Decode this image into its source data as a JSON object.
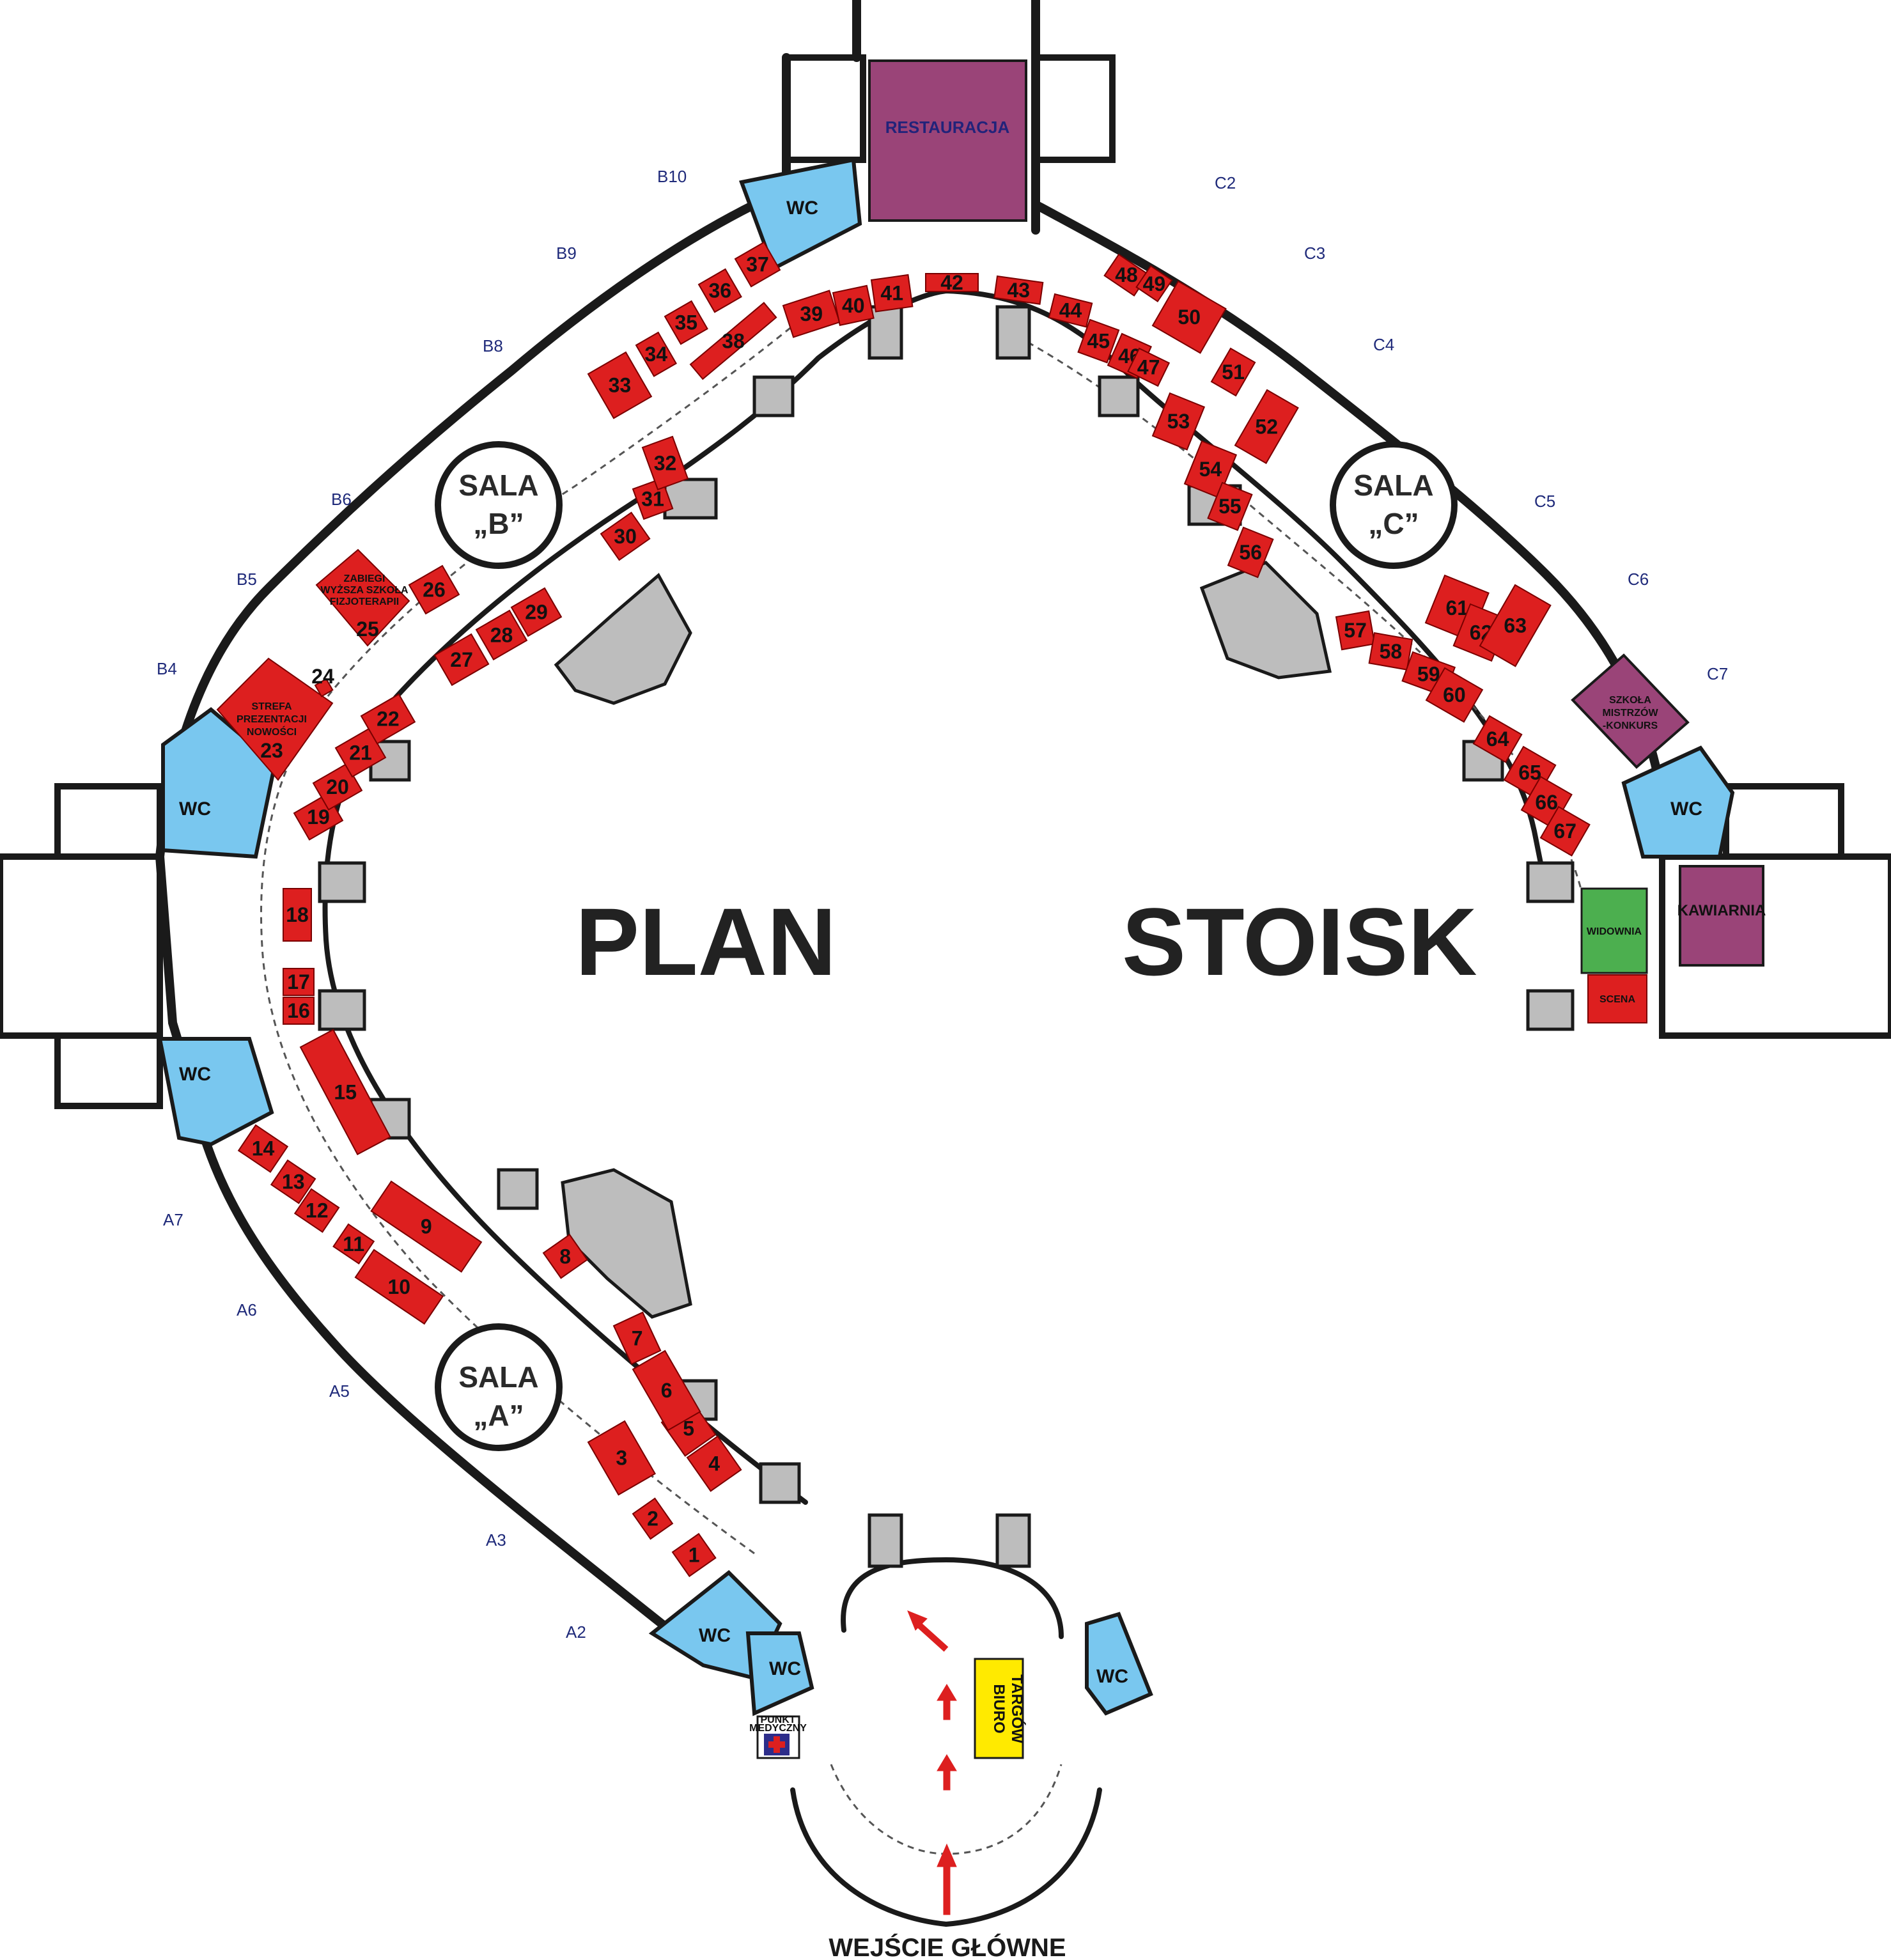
{
  "title": {
    "word1": "PLAN",
    "word2": "STOISK"
  },
  "halls": {
    "a": "SALA",
    "a_letter": "„A”",
    "b": "SALA",
    "b_letter": "„B”",
    "c": "SALA",
    "c_letter": "„C”"
  },
  "rooms": {
    "restaurant": "RESTAURACJA",
    "cafe": "KAWIARNIA",
    "audience": "WIDOWNIA",
    "stage": "SCENA",
    "office_line1": "BIURO",
    "office_line2": "TARGÓW",
    "medical_line1": "PUNKT",
    "medical_line2": "MEDYCZNY",
    "wc": "WC",
    "school_masters_line1": "SZKOŁA",
    "school_masters_line2": "MISTRZÓW",
    "school_masters_line3": "-KONKURS",
    "treatments_line1": "ZABIEGI",
    "treatments_line2": "WYŻSZA SZKOŁA",
    "treatments_line3": "FIZJOTERAPII",
    "presentation_line1": "STREFA",
    "presentation_line2": "PREZENTACJI",
    "presentation_line3": "NOWOŚCI"
  },
  "entrance": "WEJŚCIE GŁÓWNE",
  "exits": [
    "A2",
    "A3",
    "A5",
    "A6",
    "A7",
    "B4",
    "B5",
    "B6",
    "B8",
    "B9",
    "B10",
    "C2",
    "C3",
    "C4",
    "C5",
    "C6",
    "C7"
  ],
  "booths": [
    "1",
    "2",
    "3",
    "4",
    "5",
    "6",
    "7",
    "8",
    "9",
    "10",
    "11",
    "12",
    "13",
    "14",
    "15",
    "16",
    "17",
    "18",
    "19",
    "20",
    "21",
    "22",
    "23",
    "24",
    "25",
    "26",
    "27",
    "28",
    "29",
    "30",
    "31",
    "32",
    "33",
    "34",
    "35",
    "36",
    "37",
    "38",
    "39",
    "40",
    "41",
    "42",
    "43",
    "44",
    "45",
    "46",
    "47",
    "48",
    "49",
    "50",
    "51",
    "52",
    "53",
    "54",
    "55",
    "56",
    "57",
    "58",
    "59",
    "60",
    "61",
    "62",
    "63",
    "64",
    "65",
    "66",
    "67"
  ],
  "colors": {
    "booth": "#dd1f1f",
    "wc": "#79c7ef",
    "restaurant": "#9a4478",
    "audience": "#4caf4f",
    "office": "#ffea00",
    "pillar": "#bdbdbd"
  }
}
